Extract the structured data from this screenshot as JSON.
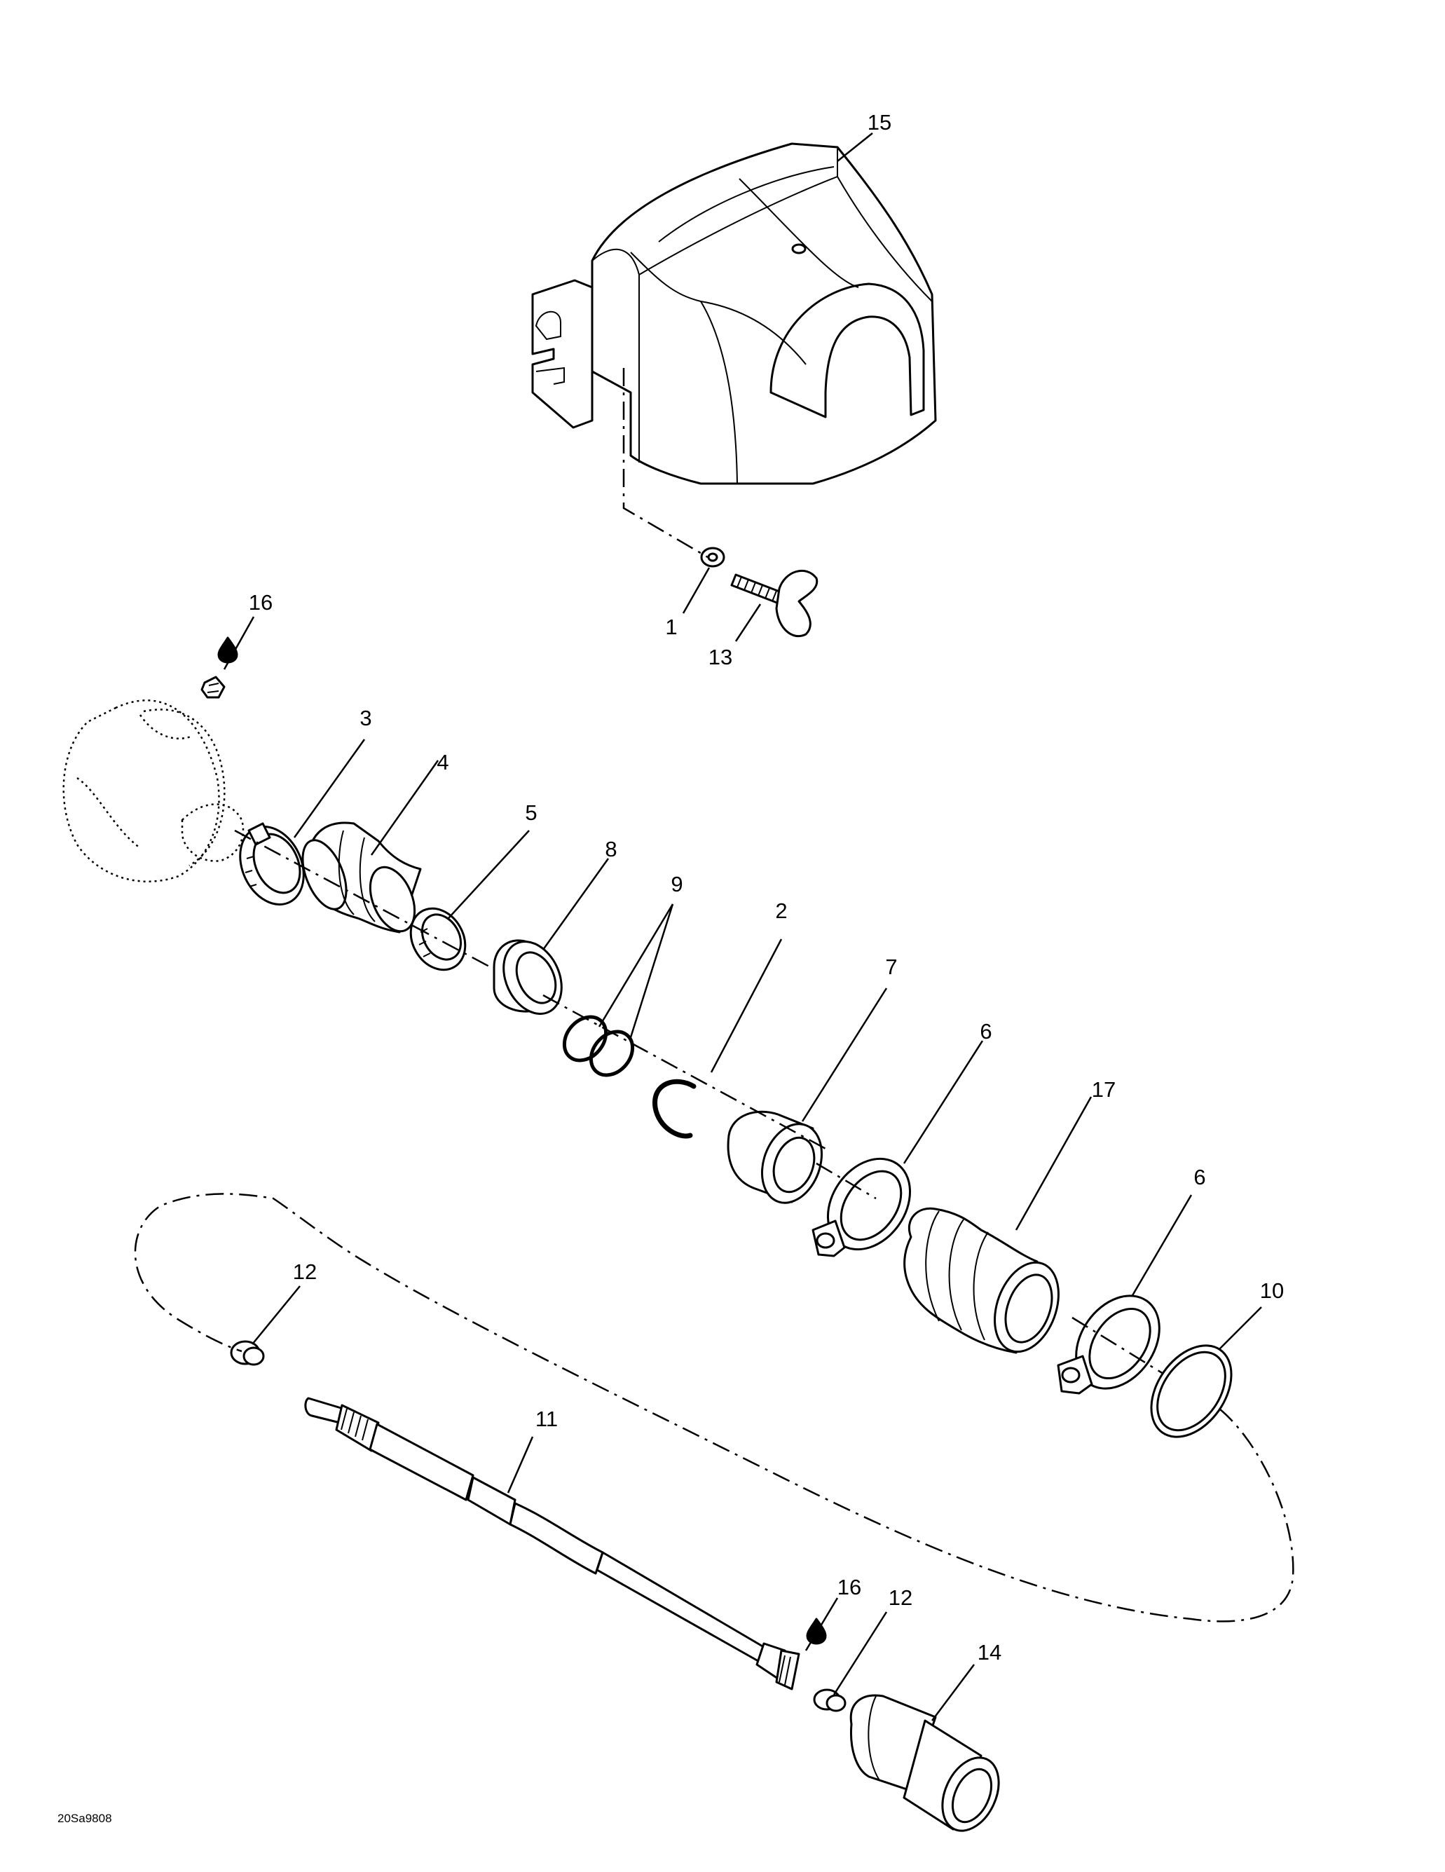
{
  "diagram": {
    "reference_code": "20Sa9808",
    "callouts": [
      "1",
      "2",
      "3",
      "4",
      "5",
      "6",
      "6",
      "7",
      "8",
      "9",
      "10",
      "11",
      "12",
      "12",
      "13",
      "14",
      "15",
      "16",
      "16",
      "17"
    ],
    "icons": [
      "oil-drop-icon",
      "oil-drop-icon"
    ]
  }
}
